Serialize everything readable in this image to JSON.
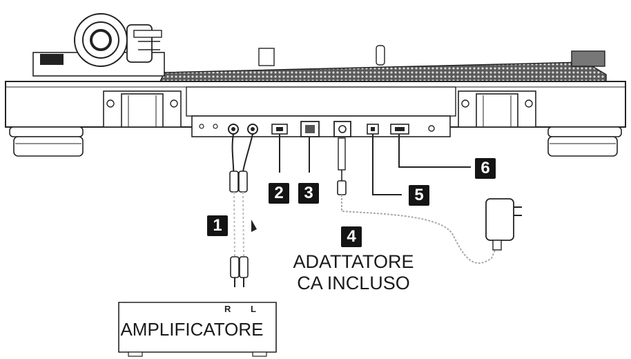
{
  "callouts": [
    {
      "id": "1",
      "label": "1"
    },
    {
      "id": "2",
      "label": "2"
    },
    {
      "id": "3",
      "label": "3"
    },
    {
      "id": "4",
      "label": "4"
    },
    {
      "id": "5",
      "label": "5"
    },
    {
      "id": "6",
      "label": "6"
    }
  ],
  "adapter": {
    "line1": "ADATTATORE",
    "line2": "CA INCLUSO"
  },
  "amplifier": {
    "label": "AMPLIFICATORE",
    "channel_r": "R",
    "channel_l": "L"
  },
  "colors": {
    "line": "#2a2a2a",
    "badge": "#141414",
    "body": "#ffffff"
  }
}
